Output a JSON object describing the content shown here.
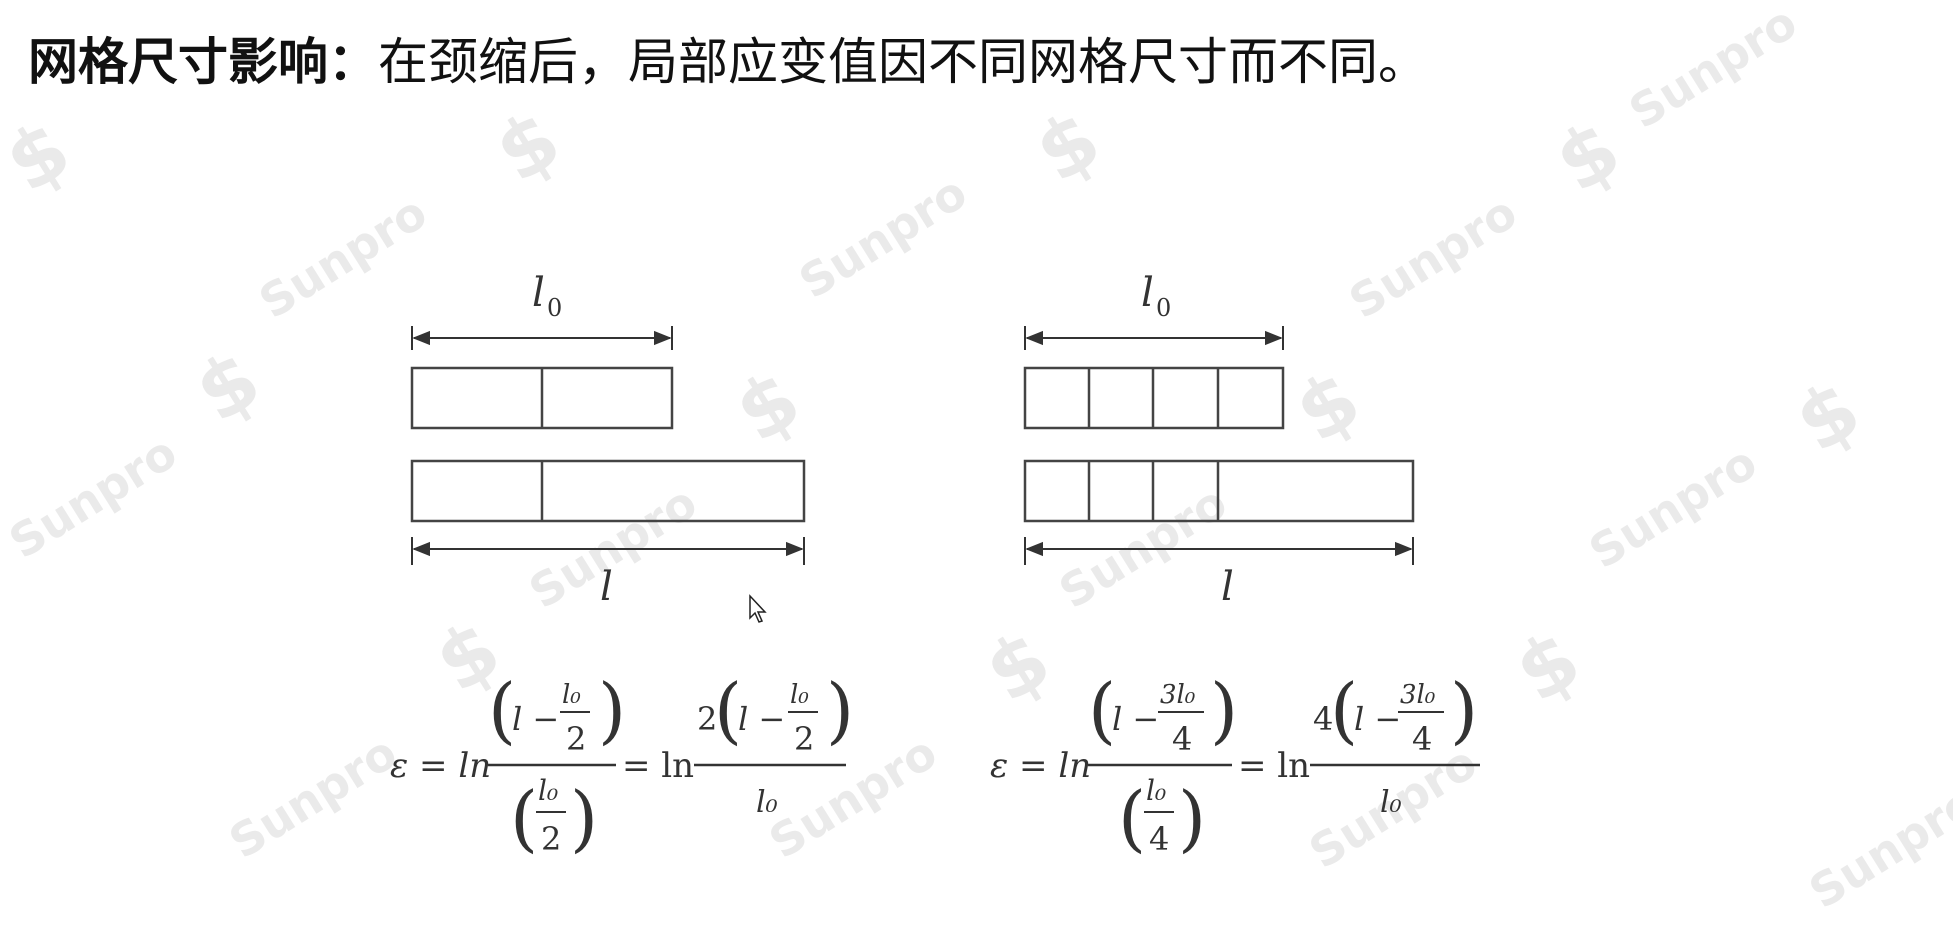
{
  "heading": {
    "bold": "网格尺寸影响：",
    "text": "在颈缩后，局部应变值因不同网格尺寸而不同。"
  },
  "watermark": {
    "text": "Sunpro",
    "symbol": "$"
  },
  "left_diagram": {
    "top_dimension_label": "l",
    "top_dimension_subscript": "0",
    "bottom_dimension_label": "l",
    "element_count": 2
  },
  "right_diagram": {
    "top_dimension_label": "l",
    "top_dimension_subscript": "0",
    "bottom_dimension_label": "l",
    "element_count": 4
  },
  "left_formula": {
    "lhs": "ε = ln",
    "num1": "l − ",
    "frac1_num": "l₀",
    "frac1_den": "2",
    "den1": "l₀",
    "den1_den": "2",
    "eq2": "= ln",
    "coef": "2",
    "num2": "l − ",
    "frac2_num": "l₀",
    "frac2_den": "2",
    "den2": "l₀"
  },
  "right_formula": {
    "lhs": "ε = ln",
    "num1": "l − ",
    "frac1_num": "3l₀",
    "frac1_den": "4",
    "den1": "l₀",
    "den1_den": "4",
    "eq2": "= ln",
    "coef": "4",
    "num2": "l − ",
    "frac2_num": "3l₀",
    "frac2_den": "4",
    "den2": "l₀"
  }
}
